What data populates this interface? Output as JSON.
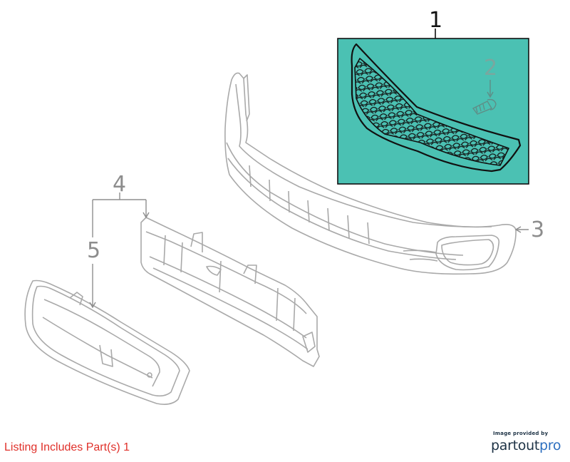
{
  "callouts": {
    "part1": "1",
    "part2": "2",
    "part3": "3",
    "part4": "4",
    "part5": "5"
  },
  "listing": {
    "text": "Listing Includes Part(s) 1",
    "color": "#e0302a"
  },
  "credit": {
    "caption": "Image provided by",
    "logo_part1": "partout",
    "logo_part2": "pro"
  },
  "colors": {
    "highlight_fill": "#4bc1b3",
    "outline_light": "#a9a9a9",
    "outline_dark": "#111111"
  }
}
